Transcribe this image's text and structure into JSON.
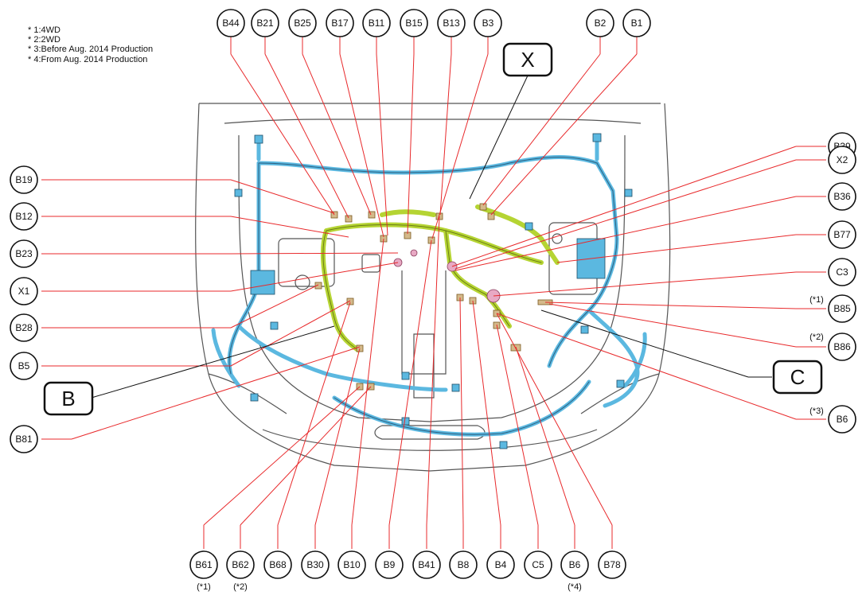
{
  "notes": [
    "* 1:4WD",
    "* 2:2WD",
    "* 3:Before Aug. 2014 Production",
    "* 4:From Aug. 2014 Production"
  ],
  "top_callouts": [
    "B44",
    "B21",
    "B25",
    "B17",
    "B11",
    "B15",
    "B13",
    "B3",
    "B2",
    "B1"
  ],
  "left_callouts": [
    "B19",
    "B12",
    "B23",
    "X1",
    "B28",
    "B5",
    "B81"
  ],
  "right_callouts": [
    "B39",
    "X2",
    "B36",
    "B77",
    "C3",
    "B85",
    "B86",
    "B6"
  ],
  "right_footnotes": {
    "B85": "(*1)",
    "B86": "(*2)",
    "B6": "(*3)"
  },
  "bottom_callouts": [
    "B61",
    "B62",
    "B68",
    "B30",
    "B10",
    "B9",
    "B41",
    "B8",
    "B4",
    "C5",
    "B6",
    "B78"
  ],
  "bottom_footnotes": {
    "B61": "(*1)",
    "B62": "(*2)",
    "B6": "(*4)"
  },
  "section_markers": [
    "X",
    "B",
    "C"
  ],
  "colors": {
    "leader": "#e8292b",
    "harness_main": "#5bb8e0",
    "harness_engine": "#b5d433",
    "connector": "#d4b98a",
    "body_outline": "#555555"
  }
}
